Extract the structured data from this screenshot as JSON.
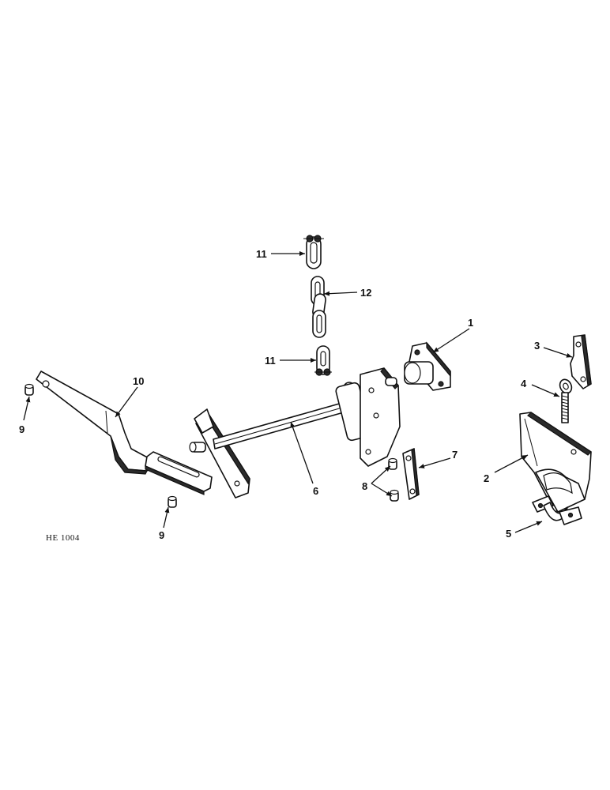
{
  "drawing_ref": "HE 1004",
  "callouts": {
    "c1": "1",
    "c2": "2",
    "c3": "3",
    "c4": "4",
    "c5": "5",
    "c6": "6",
    "c7": "7",
    "c8": "8",
    "c9a": "9",
    "c9b": "9",
    "c10": "10",
    "c11a": "11",
    "c11b": "11",
    "c12": "12"
  },
  "colors": {
    "ink": "#111111",
    "paper": "#ffffff"
  }
}
